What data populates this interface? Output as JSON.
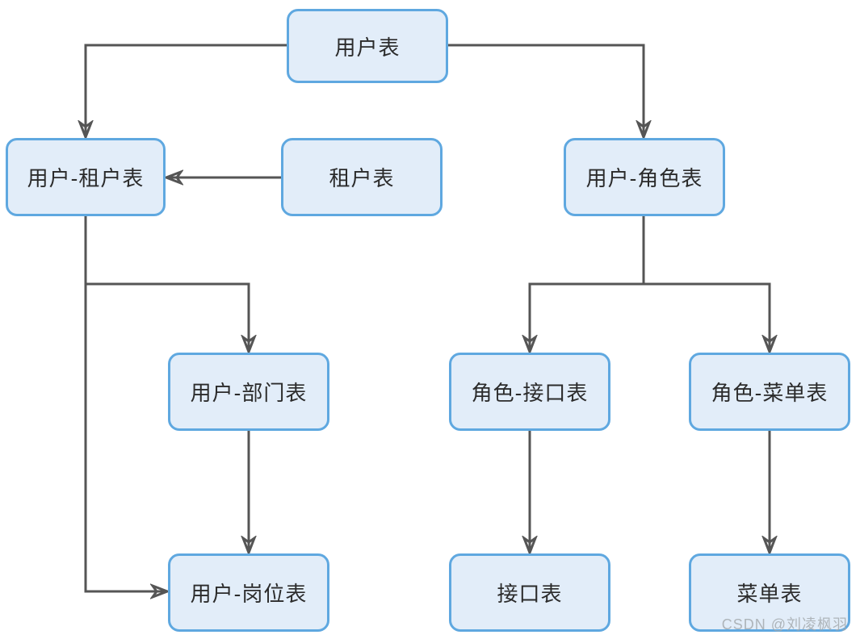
{
  "diagram": {
    "title": "",
    "nodes": [
      {
        "id": "user",
        "label": "用户表"
      },
      {
        "id": "user-tenant",
        "label": "用户-租户表"
      },
      {
        "id": "tenant",
        "label": "租户表"
      },
      {
        "id": "user-role",
        "label": "用户-角色表"
      },
      {
        "id": "user-dept",
        "label": "用户-部门表"
      },
      {
        "id": "role-api",
        "label": "角色-接口表"
      },
      {
        "id": "role-menu",
        "label": "角色-菜单表"
      },
      {
        "id": "user-post",
        "label": "用户-岗位表"
      },
      {
        "id": "api",
        "label": "接口表"
      },
      {
        "id": "menu",
        "label": "菜单表"
      }
    ],
    "edges": [
      {
        "from": "用户表",
        "to": "用户-租户表"
      },
      {
        "from": "用户表",
        "to": "用户-角色表"
      },
      {
        "from": "租户表",
        "to": "用户-租户表"
      },
      {
        "from": "用户-租户表",
        "to": "用户-部门表"
      },
      {
        "from": "用户-租户表",
        "to": "用户-岗位表"
      },
      {
        "from": "用户-部门表",
        "to": "用户-岗位表"
      },
      {
        "from": "用户-角色表",
        "to": "角色-接口表"
      },
      {
        "from": "用户-角色表",
        "to": "角色-菜单表"
      },
      {
        "from": "角色-接口表",
        "to": "接口表"
      },
      {
        "from": "角色-菜单表",
        "to": "菜单表"
      }
    ]
  },
  "colors": {
    "node_fill": "#e2edf9",
    "node_border": "#5fa8e0",
    "edge": "#555555",
    "text": "#2b2b2b",
    "watermark": "#a5aaaf",
    "background": "#ffffff"
  },
  "watermark": {
    "text": "CSDN @刘凌枫羽"
  }
}
